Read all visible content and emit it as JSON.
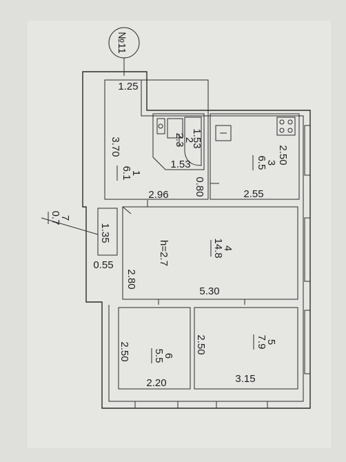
{
  "plan": {
    "stamp": "№11",
    "rooms": [
      {
        "id": "1",
        "num": "1",
        "area": "6.1"
      },
      {
        "id": "2",
        "num": "2",
        "area": "2.3"
      },
      {
        "id": "3",
        "num": "3",
        "area": "6.5"
      },
      {
        "id": "4",
        "num": "4",
        "area": "14.8"
      },
      {
        "id": "5",
        "num": "5",
        "area": "7.9"
      },
      {
        "id": "6",
        "num": "6",
        "area": "5.5"
      },
      {
        "id": "7",
        "num": "7",
        "area": "0.7"
      }
    ],
    "height": "h=2.7",
    "dimensions": {
      "d_1_25": "1.25",
      "d_3_70": "3.70",
      "d_2_96": "2.96",
      "d_0_80": "0.80",
      "d_2_55": "2.55",
      "d_2_50_kitchen": "2.50",
      "d_1_53_a": "1.53",
      "d_1_53_b": "1.53",
      "d_1_35": "1.35",
      "d_0_55": "0.55",
      "d_2_80": "2.80",
      "d_5_30": "5.30",
      "d_2_50_room6": "2.50",
      "d_2_20": "2.20",
      "d_2_50_room5": "2.50",
      "d_3_15": "3.15"
    }
  }
}
